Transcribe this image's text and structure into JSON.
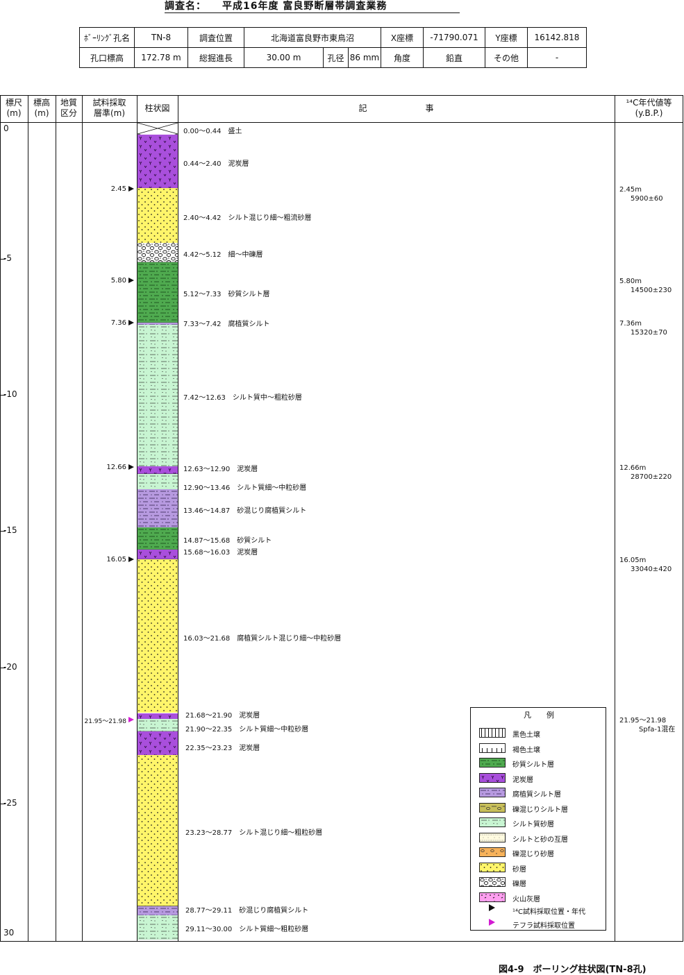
{
  "title": "調査名：　　平成16年度 富良野断層帯調査業務",
  "info": {
    "row1": [
      "ﾎﾞｰﾘﾝｸﾞ孔名",
      "TN-8",
      "調査位置",
      "北海道富良野市東鳥沼",
      "X座標",
      "-71790.071",
      "Y座標",
      "16142.818"
    ],
    "row2": [
      "孔口標高",
      "172.78 m",
      "総掘進長",
      "30.00 m",
      "孔径",
      "86 mm",
      "角度",
      "鉛直",
      "その他",
      "-"
    ]
  },
  "columns": {
    "scale": "標尺\n(m)",
    "elevation": "標高\n(m)",
    "geo": "地質\n区分",
    "sample": "試料採取\n層準(m)",
    "column": "柱状図",
    "description": "記　　　　　　　事",
    "age": "¹⁴C年代値等\n(y.B.P.)"
  },
  "depth_labels": [
    "0",
    "-5",
    "-10",
    "-15",
    "-20",
    "-25",
    "30"
  ],
  "layers": [
    {
      "top": 0.0,
      "bottom": 0.44,
      "type": "fill",
      "text": "0.00～0.44　盛土"
    },
    {
      "top": 0.44,
      "bottom": 2.4,
      "type": "peat",
      "text": "0.44～2.40　泥炭層"
    },
    {
      "top": 2.4,
      "bottom": 4.42,
      "type": "sand",
      "text": "2.40～4.42　シルト混じり細～粗流砂層"
    },
    {
      "top": 4.42,
      "bottom": 5.12,
      "type": "gravel",
      "text": "4.42～5.12　細～中礫層"
    },
    {
      "top": 5.12,
      "bottom": 7.33,
      "type": "sandysilt",
      "text": "5.12～7.33　砂質シルト層"
    },
    {
      "top": 7.33,
      "bottom": 7.42,
      "type": "humic",
      "text": "7.33～7.42　腐植質シルト"
    },
    {
      "top": 7.42,
      "bottom": 12.63,
      "type": "siltysand",
      "text": "7.42～12.63　シルト質中～粗粒砂層"
    },
    {
      "top": 12.63,
      "bottom": 12.9,
      "type": "peat",
      "text": "12.63～12.90　泥炭層"
    },
    {
      "top": 12.9,
      "bottom": 13.46,
      "type": "siltysand",
      "text": "12.90～13.46　シルト質細～中粒砂層"
    },
    {
      "top": 13.46,
      "bottom": 14.87,
      "type": "humic",
      "text": "13.46～14.87　砂混じり腐植質シルト"
    },
    {
      "top": 14.87,
      "bottom": 15.68,
      "type": "sandysilt",
      "text": "14.87～15.68　砂質シルト"
    },
    {
      "top": 15.68,
      "bottom": 16.03,
      "type": "peat",
      "text": "15.68～16.03　泥炭層"
    },
    {
      "top": 16.03,
      "bottom": 21.68,
      "type": "sand",
      "text": "16.03～21.68　腐植質シルト混じり細～中粒砂層"
    },
    {
      "top": 21.68,
      "bottom": 21.9,
      "type": "peat",
      "text": "21.68～21.90　泥炭層"
    },
    {
      "top": 21.9,
      "bottom": 22.35,
      "type": "siltysand",
      "text": "21.90～22.35　シルト質細～中粒砂層"
    },
    {
      "top": 22.35,
      "bottom": 23.23,
      "type": "peat",
      "text": "22.35～23.23　泥炭層"
    },
    {
      "top": 23.23,
      "bottom": 28.77,
      "type": "sand",
      "text": "23.23～28.77　シルト混じり細～粗粒砂層"
    },
    {
      "top": 28.77,
      "bottom": 29.11,
      "type": "humic",
      "text": "28.77～29.11　砂混じり腐植質シルト"
    },
    {
      "top": 29.11,
      "bottom": 30.0,
      "type": "siltysand",
      "text": "29.11～30.00　シルト質細～粗粒砂層"
    }
  ],
  "samples": [
    {
      "depth": 2.45,
      "label": "2.45",
      "kind": "c14"
    },
    {
      "depth": 5.8,
      "label": "5.80",
      "kind": "c14"
    },
    {
      "depth": 7.36,
      "label": "7.36",
      "kind": "c14"
    },
    {
      "depth": 12.66,
      "label": "12.66",
      "kind": "c14"
    },
    {
      "depth": 16.05,
      "label": "16.05",
      "kind": "c14"
    },
    {
      "depth": 21.95,
      "label": "21.95～21.98",
      "kind": "tephra"
    }
  ],
  "ages": [
    {
      "depth": 2.45,
      "line1": "2.45m",
      "line2": "5900±60"
    },
    {
      "depth": 5.8,
      "line1": "5.80m",
      "line2": "14500±230"
    },
    {
      "depth": 7.36,
      "line1": "7.36m",
      "line2": "15320±70"
    },
    {
      "depth": 12.66,
      "line1": "12.66m",
      "line2": "28700±220"
    },
    {
      "depth": 16.05,
      "line1": "16.05m",
      "line2": "33040±420"
    },
    {
      "depth": 21.95,
      "line1": "21.95～21.98",
      "line2": "Spfa-1混在"
    }
  ],
  "legend": {
    "title": "凡　　例",
    "items": [
      {
        "type": "blacksoil",
        "label": "黒色土壌"
      },
      {
        "type": "brownsoil",
        "label": "褐色土壌"
      },
      {
        "type": "sandysilt",
        "label": "砂質シルト層"
      },
      {
        "type": "peat",
        "label": "泥炭層"
      },
      {
        "type": "humic",
        "label": "腐植質シルト層"
      },
      {
        "type": "gravelsilt",
        "label": "礫混じりシルト層"
      },
      {
        "type": "siltysand",
        "label": "シルト質砂層"
      },
      {
        "type": "alternating",
        "label": "シルトと砂の互層"
      },
      {
        "type": "gravelsand",
        "label": "礫混じり砂層"
      },
      {
        "type": "sand",
        "label": "砂層"
      },
      {
        "type": "gravel",
        "label": "礫層"
      },
      {
        "type": "ash",
        "label": "火山灰層"
      }
    ],
    "c14_label": "¹⁴C試料採取位置・年代",
    "tephra_label": "テフラ試料採取位置"
  },
  "colors": {
    "peat": "#a94fdc",
    "sand": "#fff56a",
    "sandysilt": "#4faa4f",
    "siltysand": "#c8f5d2",
    "humic": "#b79ae0",
    "gravel": "#ffffff",
    "fill": "#ffffff",
    "gravelsilt": "#c8bf5a",
    "alternating": "#fffbe0",
    "gravelsand": "#f7b25a",
    "ash": "#ff9ff0",
    "blacksoil": "#ffffff",
    "brownsoil": "#ffffff",
    "tephra_marker": "#d21bd2"
  },
  "caption": "図4-9　ボーリング柱状図(TN-8孔)"
}
